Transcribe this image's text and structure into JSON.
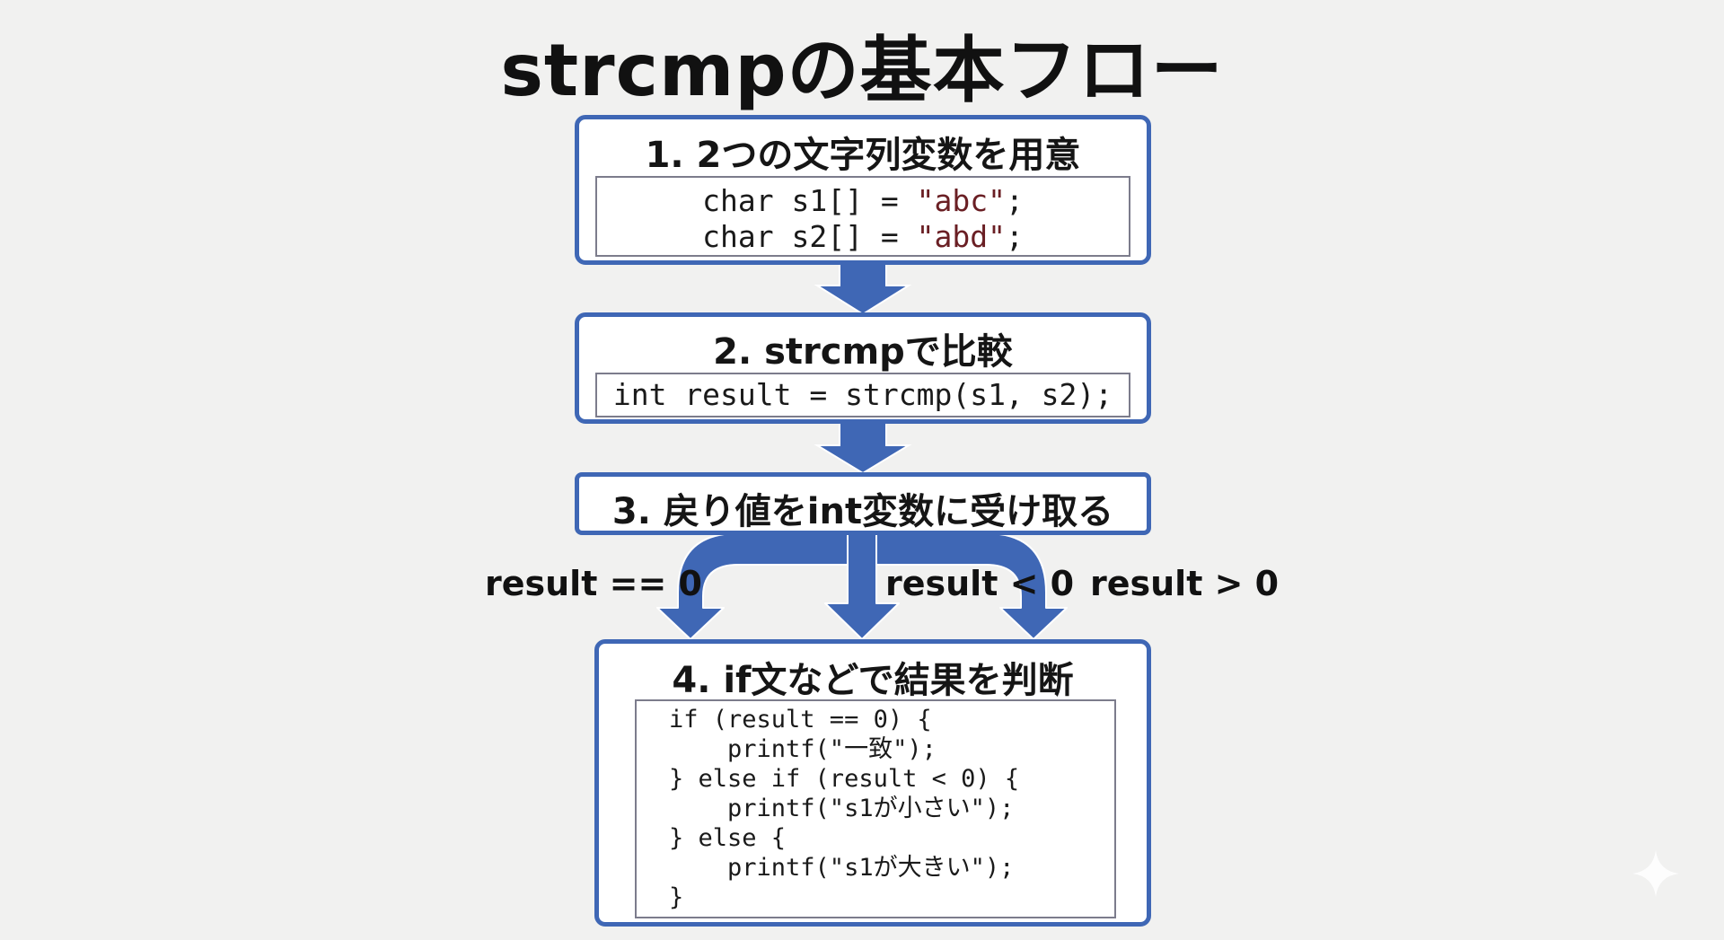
{
  "title": "strcmpの基本フロー",
  "steps": [
    {
      "title": "1. 2つの文字列変数を用意",
      "code": [
        {
          "pre": "char s1[] = ",
          "str": "\"abc\"",
          "post": ";"
        },
        {
          "pre": "char s2[] = ",
          "str": "\"abd\"",
          "post": ";"
        }
      ]
    },
    {
      "title": "2. strcmpで比較",
      "code": [
        "int result = strcmp(s1, s2);"
      ]
    },
    {
      "title": "3. 戻り値をint変数に受け取る"
    },
    {
      "title": "4. if文などで結果を判断",
      "code": [
        "if (result == 0) {",
        "    printf(\"一致\");",
        "} else if (result < 0) {",
        "    printf(\"s1が小さい\");",
        "} else {",
        "    printf(\"s1が大きい\");",
        "}"
      ]
    }
  ],
  "branches": [
    "result == 0",
    "result < 0",
    "result > 0"
  ],
  "colors": {
    "accent": "#3f67b5",
    "string_literal": "#6a1f24",
    "background": "#f1f1f0"
  },
  "icons": {
    "corner": "sparkle-icon"
  }
}
